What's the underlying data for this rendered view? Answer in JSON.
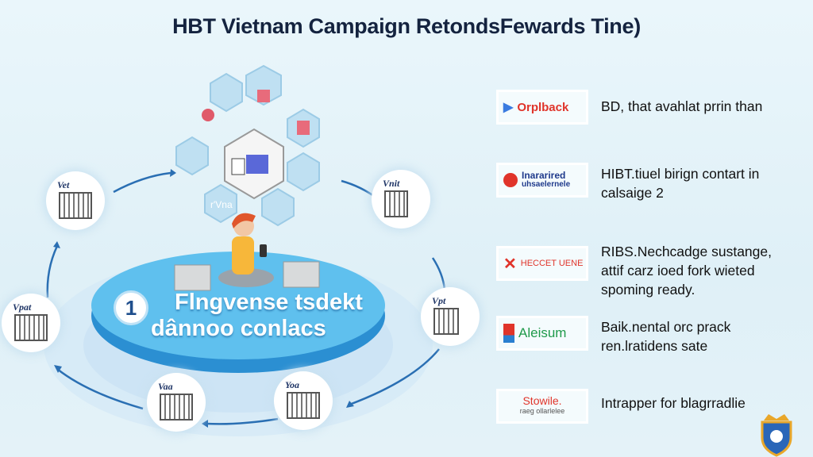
{
  "title": "HBT Vietnam Campaign RetondsFewards Tine)",
  "center": {
    "step_number": "1",
    "line1": "Flngvense tsdekt",
    "line2": "dânnoo conlacs",
    "hex_label": "r'Vna"
  },
  "nodes": [
    {
      "label": "Vet"
    },
    {
      "label": "Vnit"
    },
    {
      "label": "Vpat"
    },
    {
      "label": "Vpt"
    },
    {
      "label": "Vaa"
    },
    {
      "label": "Yoa"
    }
  ],
  "items": [
    {
      "logo": "Orplback",
      "logo_color": "#e0342a",
      "lines": [
        "BD, that avahlat prrin than"
      ]
    },
    {
      "logo": "Inararired",
      "logo_sub": "uhsaelernele",
      "logo_color": "#1f3a8c",
      "lines": [
        "HIBT.tiuel birign contart in",
        "calsaige 2"
      ]
    },
    {
      "logo": "HECCET UENE",
      "logo_color": "#e0342a",
      "lines": [
        "RIBS.Nechcadge sustange,",
        "attif carz ioed fork wieted",
        "spoming ready."
      ]
    },
    {
      "logo": "Aleisum",
      "logo_color": "#1f9a4a",
      "lines": [
        "Baik.nental orc prack",
        "ren.lratidens sate"
      ]
    },
    {
      "logo": "Stowile.",
      "logo_sub": "raeg ollarlelee",
      "logo_color": "#e0342a",
      "lines": [
        "Intrapper for blagrradlie"
      ]
    }
  ],
  "colors": {
    "accent": "#2f7fc1",
    "platform": "#4fb3e8",
    "title": "#14233f"
  }
}
